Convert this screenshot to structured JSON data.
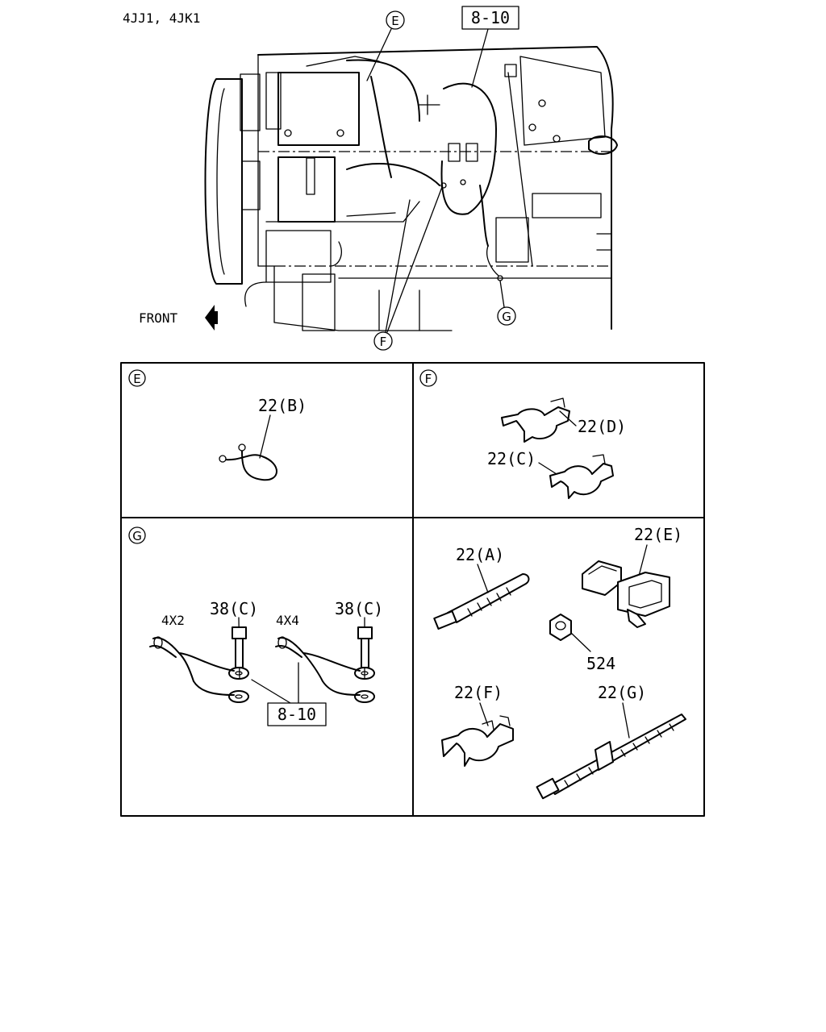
{
  "header": {
    "engine_codes": "4JJ1, 4JK1"
  },
  "overview": {
    "front_label": "FRONT",
    "callout_ref": "8-10",
    "detail_marks": {
      "e": "E",
      "f": "F",
      "g": "G"
    }
  },
  "panels": {
    "e": {
      "mark": "E",
      "parts": [
        {
          "label": "22(B)"
        }
      ]
    },
    "f": {
      "mark": "F",
      "parts": [
        {
          "label": "22(D)"
        },
        {
          "label": "22(C)"
        }
      ]
    },
    "g": {
      "mark": "G",
      "variants": [
        {
          "label": "4X2"
        },
        {
          "label": "4X4"
        }
      ],
      "bolts": [
        {
          "label": "38(C)"
        },
        {
          "label": "38(C)"
        }
      ],
      "ref": "8-10"
    },
    "h": {
      "parts": [
        {
          "label": "22(A)"
        },
        {
          "label": "22(E)"
        },
        {
          "label": "524"
        },
        {
          "label": "22(F)"
        },
        {
          "label": "22(G)"
        }
      ]
    }
  }
}
